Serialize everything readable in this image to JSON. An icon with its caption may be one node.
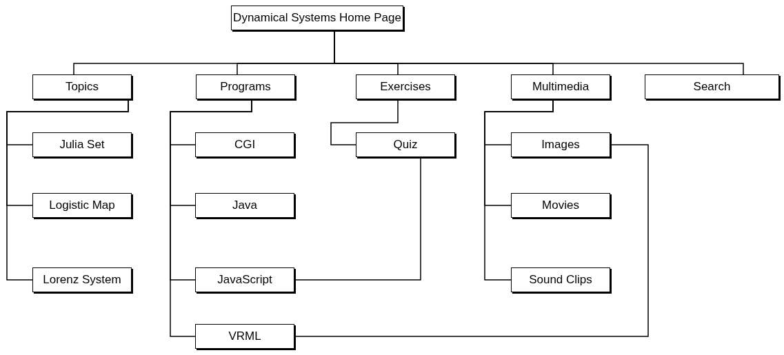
{
  "diagram": {
    "nodes": [
      {
        "text": [
          "Dynamical Systems Home Page"
        ]
      },
      {
        "text": [
          "Topics"
        ]
      },
      {
        "text": [
          "Programs"
        ]
      },
      {
        "text": [
          "Exercises"
        ]
      },
      {
        "text": [
          "Multimedia"
        ]
      },
      {
        "text": [
          "Search"
        ]
      },
      {
        "text": [
          "Julia Set"
        ]
      },
      {
        "text": [
          "Logistic Map"
        ]
      },
      {
        "text": [
          "Lorenz System"
        ]
      },
      {
        "text": [
          "CGI"
        ]
      },
      {
        "text": [
          "Java"
        ]
      },
      {
        "text": [
          "JavaScript"
        ]
      },
      {
        "text": [
          "VRML"
        ]
      },
      {
        "text": [
          "Quiz"
        ]
      },
      {
        "text": [
          "Images"
        ]
      },
      {
        "text": [
          "Movies"
        ]
      },
      {
        "text": [
          "Sound Clips"
        ]
      }
    ],
    "edges": [
      {
        "from": 0,
        "to": 1,
        "arrow": "none"
      },
      {
        "from": 0,
        "to": 2,
        "arrow": "none"
      },
      {
        "from": 0,
        "to": 3,
        "arrow": "none"
      },
      {
        "from": 0,
        "to": 4,
        "arrow": "none"
      },
      {
        "from": 0,
        "to": 5,
        "arrow": "none"
      },
      {
        "from": 1,
        "to": 6,
        "arrow": "none"
      },
      {
        "from": 1,
        "to": 7,
        "arrow": "none"
      },
      {
        "from": 1,
        "to": 8,
        "arrow": "none"
      },
      {
        "from": 2,
        "to": 9,
        "arrow": "none"
      },
      {
        "from": 2,
        "to": 10,
        "arrow": "none"
      },
      {
        "from": 2,
        "to": 11,
        "arrow": "none"
      },
      {
        "from": 2,
        "to": 12,
        "arrow": "none"
      },
      {
        "from": 3,
        "to": 13,
        "arrow": "none"
      },
      {
        "from": 4,
        "to": 14,
        "arrow": "none"
      },
      {
        "from": 4,
        "to": 15,
        "arrow": "none"
      },
      {
        "from": 4,
        "to": 16,
        "arrow": "none"
      },
      {
        "from": 13,
        "to": 11,
        "arrow": "none"
      },
      {
        "from": 14,
        "to": 12,
        "arrow": "none"
      }
    ]
  }
}
